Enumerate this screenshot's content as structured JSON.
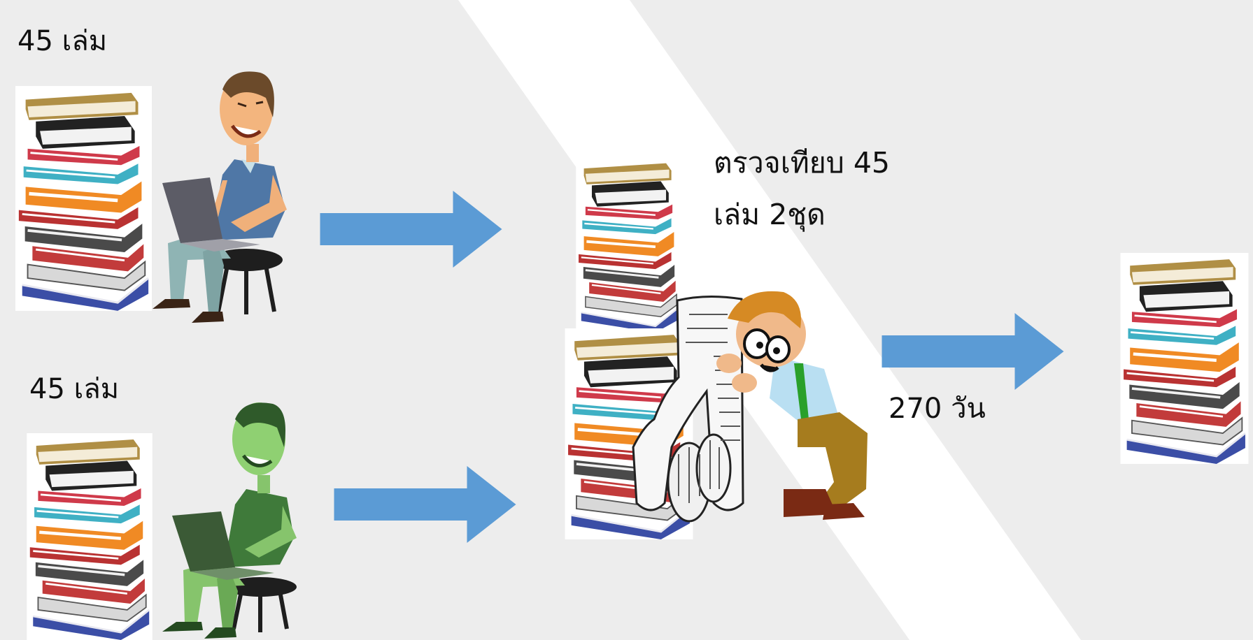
{
  "labels": {
    "top_left_count": "45 เล่ม",
    "bottom_left_count": "45 เล่ม",
    "compare_line1": "ตรวจเทียบ 45",
    "compare_line2": "เล่ม 2ชุด",
    "duration": "270 วัน"
  },
  "colors": {
    "background": "#ededed",
    "diagonal_band": "#ffffff",
    "arrow": "#5b9bd5",
    "person_top_shirt": "#4f77a6",
    "person_bottom_skin": "#86c46c",
    "person_bottom_shirt": "#3f7a3a"
  },
  "icons": [
    "book-stack-icon",
    "typist-icon",
    "proofreader-icon",
    "arrow-right-icon"
  ]
}
